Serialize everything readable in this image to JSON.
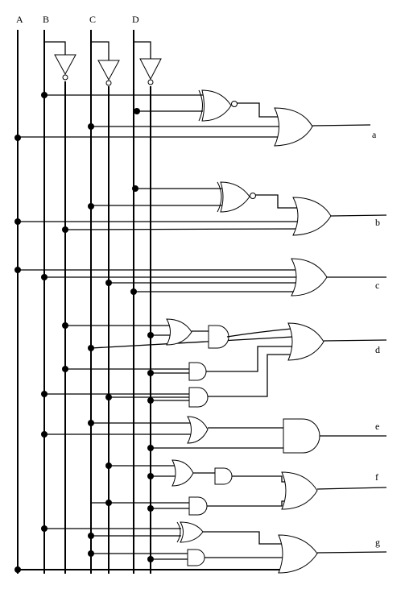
{
  "diagram": {
    "inputs": [
      "A",
      "B",
      "C",
      "D"
    ],
    "outputs": [
      "a",
      "b",
      "c",
      "d",
      "e",
      "f",
      "g"
    ]
  }
}
